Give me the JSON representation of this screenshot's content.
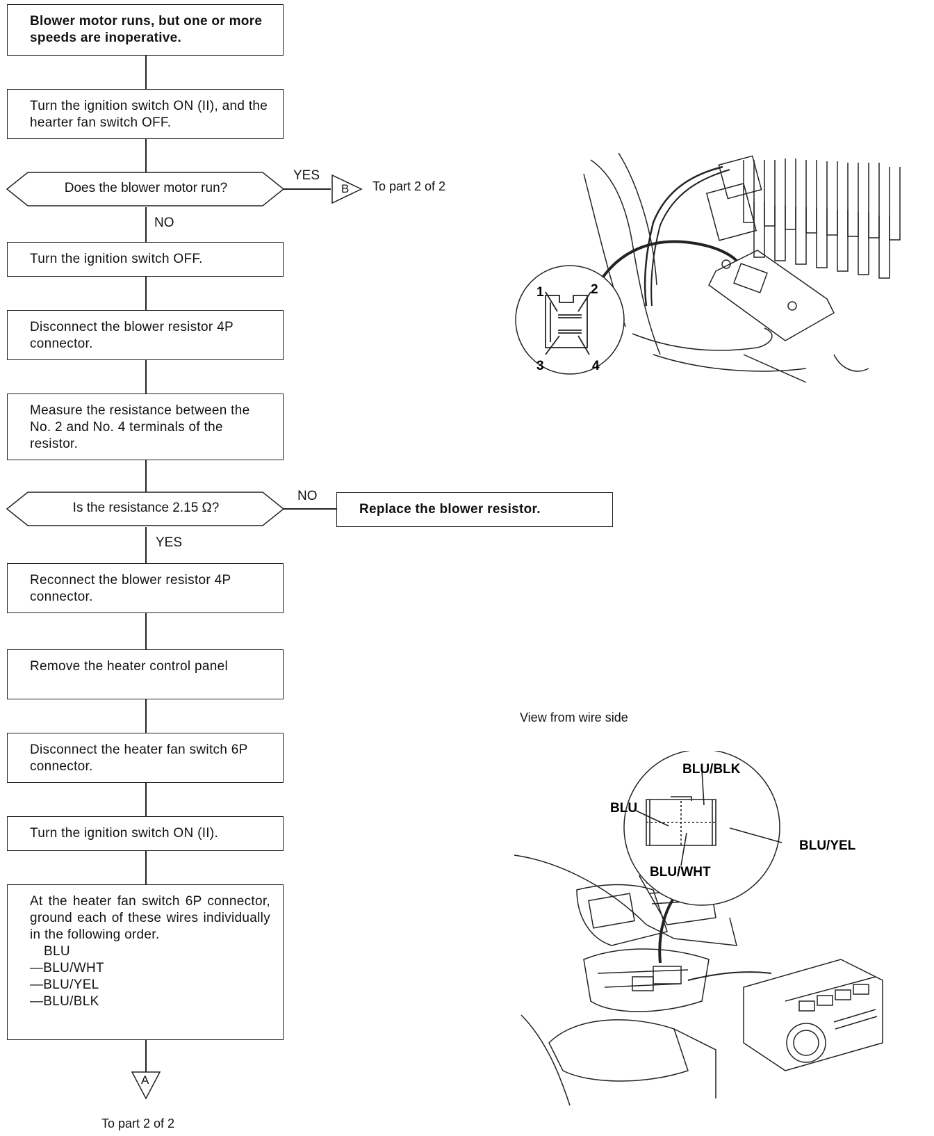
{
  "flowchart": {
    "start": "Blower motor runs, but one or more speeds are inoperative.",
    "step1": "Turn the ignition switch ON (II), and the hearter fan switch OFF.",
    "decision1": "Does the blower motor run?",
    "decision1_yes": "YES",
    "decision1_no": "NO",
    "connector_b": "B",
    "to_part_b": "To part  2 of 2",
    "step2": "Turn the ignition switch OFF.",
    "step3": "Disconnect the blower resistor 4P connector.",
    "step4": "Measure the resistance between the No. 2 and No. 4 terminals of the resistor.",
    "decision2": "Is the resistance 2.15 Ω?",
    "decision2_no": "NO",
    "decision2_yes": "YES",
    "replace": "Replace the blower resistor.",
    "step5": "Reconnect the blower resistor 4P connector.",
    "step6": "Remove the heater control panel",
    "step7": "Disconnect the heater fan switch 6P connector.",
    "step8": "Turn the ignition switch ON (II).",
    "step9": "At the heater fan switch 6P connector, ground each of these wires individually in the following order.",
    "wires": [
      "BLU",
      "—BLU/WHT",
      "—BLU/YEL",
      "—BLU/BLK"
    ],
    "connector_a": "A",
    "to_part_a": "To part  2 of 2"
  },
  "figure1": {
    "terminals": [
      "1",
      "2",
      "3",
      "4"
    ]
  },
  "figure2": {
    "caption": "View from wire side",
    "labels": {
      "blu_blk": "BLU/BLK",
      "blu": "BLU",
      "blu_yel": "BLU/YEL",
      "blu_wht": "BLU/WHT"
    }
  }
}
